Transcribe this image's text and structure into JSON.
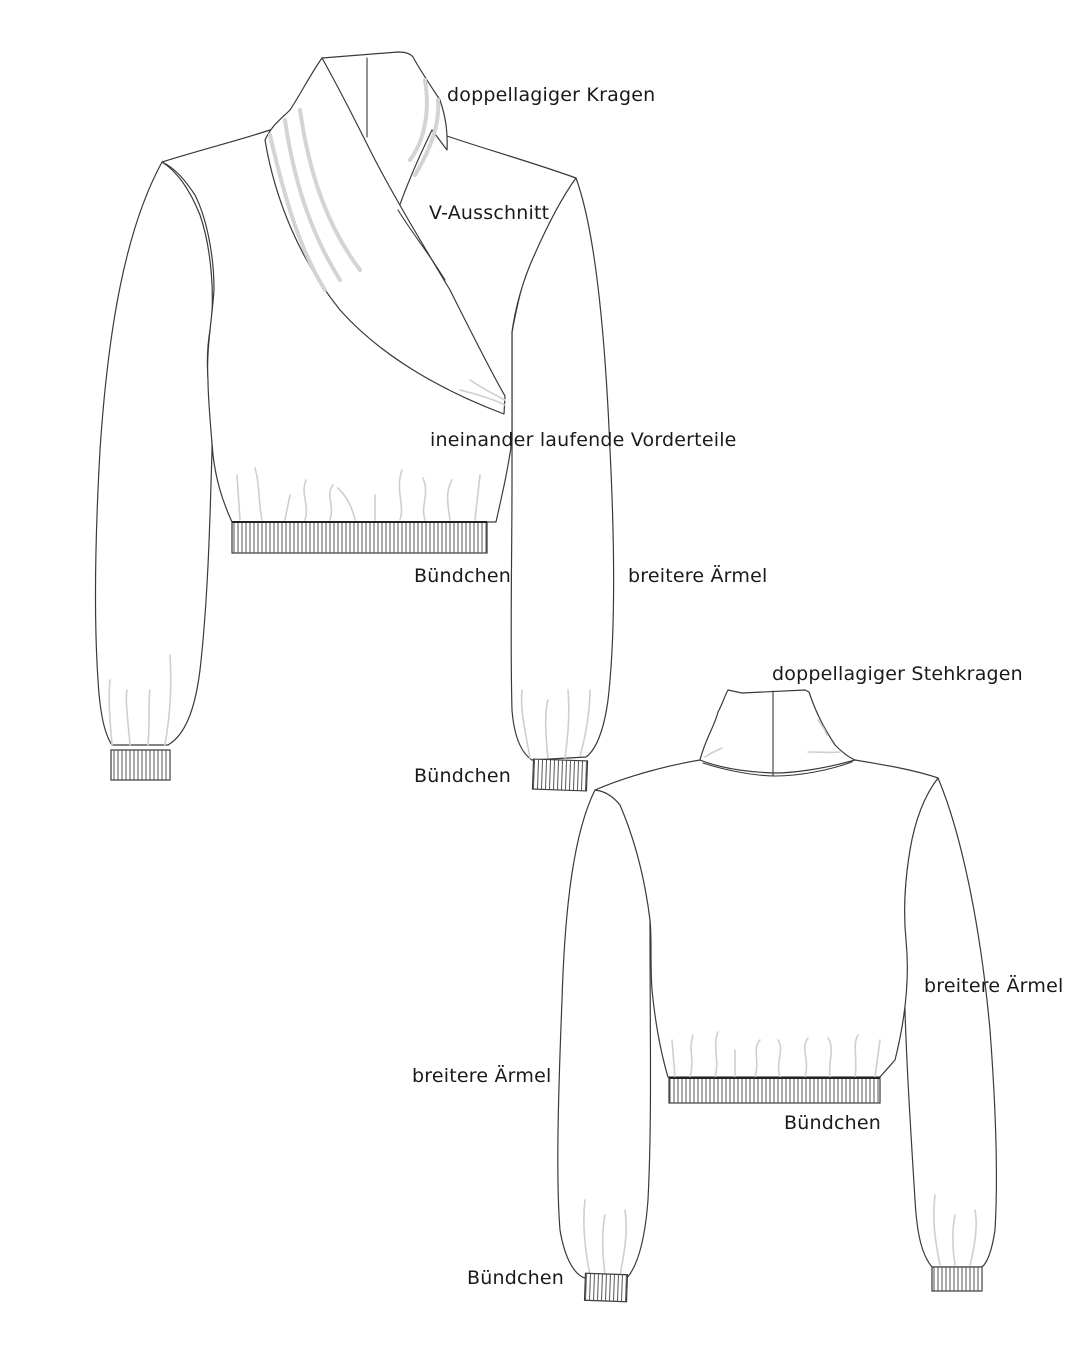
{
  "labels": {
    "front": {
      "collar": "doppellagiger Kragen",
      "neckline": "V-Ausschnitt",
      "front_panels": "ineinander laufende Vorderteile",
      "waistband": "Bündchen",
      "sleeve": "breitere Ärmel",
      "cuff": "Bündchen"
    },
    "back": {
      "collar": "doppellagiger Stehkragen",
      "sleeve_right": "breitere Ärmel",
      "sleeve_left": "breitere Ärmel",
      "waistband": "Bündchen",
      "cuff": "Bündchen"
    }
  },
  "colors": {
    "background": "#ffffff",
    "outline": "#3a3a3a",
    "fold_shading": "#cfcfcf",
    "text": "#1a1a1a"
  }
}
